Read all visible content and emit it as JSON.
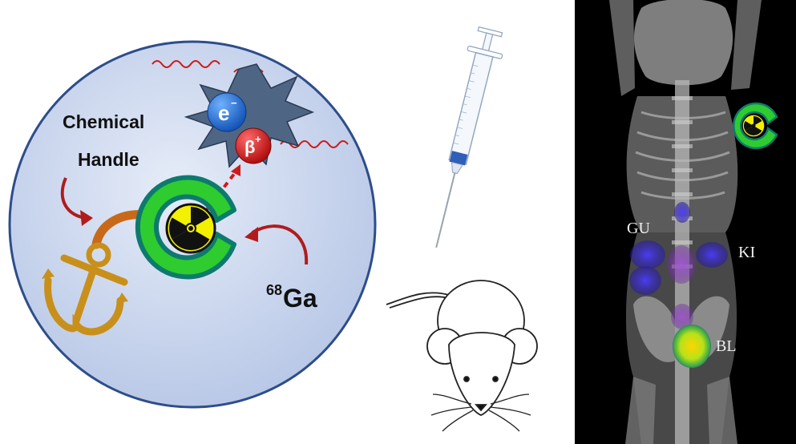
{
  "labels": {
    "chemical": "Chemical",
    "handle": "Handle",
    "electron": "e",
    "electron_charge": "−",
    "positron": "β",
    "positron_charge": "+",
    "isotope_mass": "68",
    "isotope_symbol": "Ga"
  },
  "scan_labels": {
    "gu": "GU",
    "ki": "KI",
    "bl": "BL"
  },
  "icons": [
    "anchor-icon",
    "radiation-icon",
    "chelator-icon",
    "syringe-icon",
    "mouse-icon",
    "pet-ct-scan"
  ],
  "colors": {
    "sphere_fill": "#c9d6ee",
    "sphere_stroke": "#2e4d8a",
    "chelator": "#2ecc2e",
    "chelator_stroke": "#0e7a6e",
    "radiation_yellow": "#f3f000",
    "electron": "#1f6fd1",
    "positron": "#d81f1f",
    "burst": "#4f6584",
    "wave": "#d01a1a",
    "anchor": "#c8901a",
    "handle_linker": "#c8691a",
    "arrow": "#b01c1c",
    "scan_bg": "#000000"
  }
}
